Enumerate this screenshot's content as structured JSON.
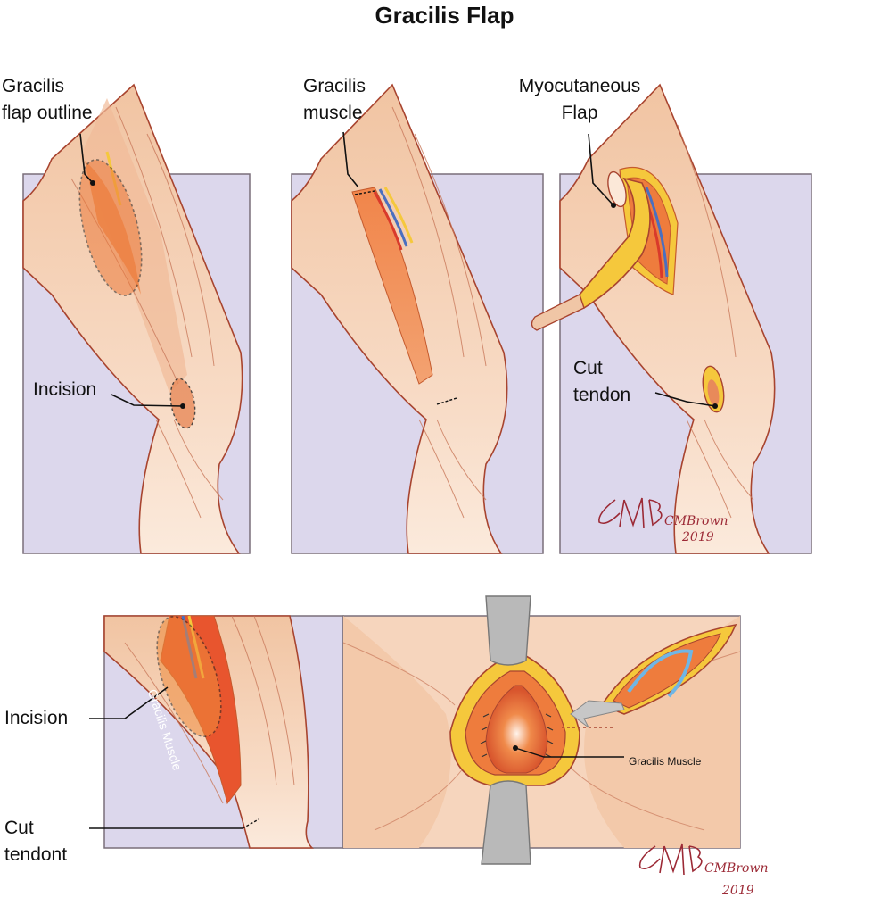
{
  "title": "Gracilis Flap",
  "colors": {
    "background_panel": "#dcd7ec",
    "skin": "#f6d5bd",
    "skin_shadow": "#ecb496",
    "outline": "#a8442f",
    "muscle": "#ee7c3d",
    "muscle_dark": "#d4502b",
    "fat": "#f7d240",
    "artery": "#d93a2b",
    "vein": "#4a6fc0",
    "retractor": "#b9b9b9",
    "signature": "#9c2a36"
  },
  "panels": {
    "panel1": {
      "labels": [
        "Gracilis\nflap outline",
        "Incision"
      ]
    },
    "panel2": {
      "labels": [
        "Gracilis\nmuscle"
      ]
    },
    "panel3": {
      "labels": [
        "Myocutaneous\nFlap",
        "Cut\ntendon"
      ]
    },
    "panel4": {
      "labels": [
        "Incision",
        "Cut\ntendont"
      ],
      "inner_label": "Gracilis Muscle"
    },
    "panel5": {
      "labels": [
        "Gracilis Muscle"
      ]
    }
  },
  "signature": {
    "text": "CMBrown",
    "year": "2019"
  },
  "icons": [
    "retractor-icon",
    "arrow-icon",
    "signature-icon"
  ]
}
